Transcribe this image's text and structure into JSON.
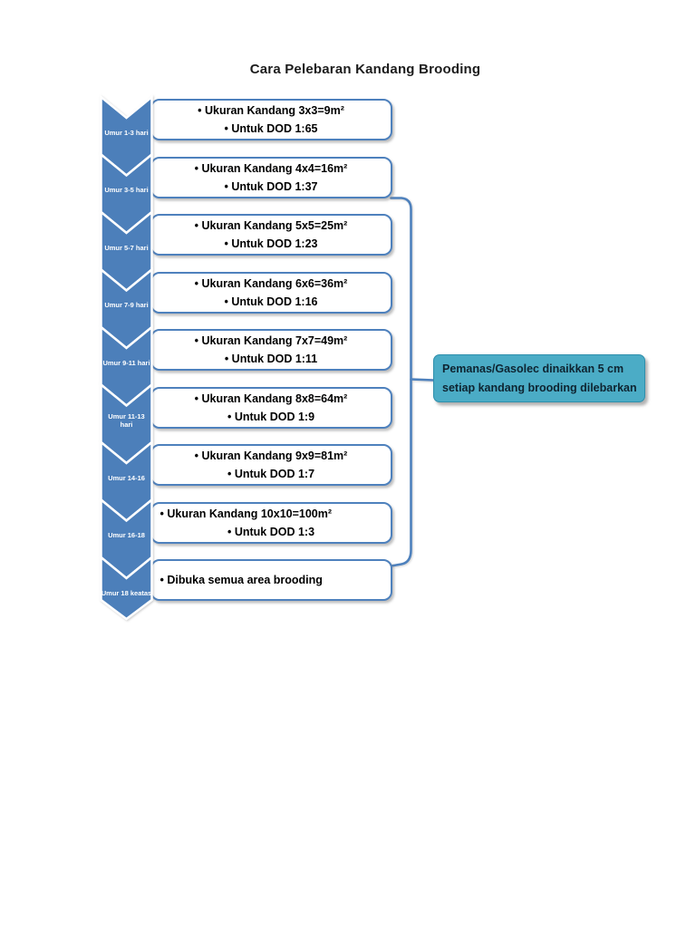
{
  "page": {
    "title": "Cara Pelebaran Kandang Brooding"
  },
  "diagram": {
    "steps": [
      {
        "age": "Umur 1-3 hari",
        "lines": [
          {
            "text": "• Ukuran Kandang 3x3=9m²",
            "align": "center"
          },
          {
            "text": "• Untuk DOD 1:65",
            "align": "center"
          }
        ]
      },
      {
        "age": "Umur 3-5 hari",
        "lines": [
          {
            "text": "• Ukuran Kandang 4x4=16m²",
            "align": "center"
          },
          {
            "text": "• Untuk DOD 1:37",
            "align": "center"
          }
        ]
      },
      {
        "age": "Umur 5-7 hari",
        "lines": [
          {
            "text": "• Ukuran Kandang 5x5=25m²",
            "align": "center"
          },
          {
            "text": "• Untuk DOD 1:23",
            "align": "center"
          }
        ]
      },
      {
        "age": "Umur 7-9 hari",
        "lines": [
          {
            "text": "• Ukuran Kandang 6x6=36m²",
            "align": "center"
          },
          {
            "text": "• Untuk DOD 1:16",
            "align": "center"
          }
        ]
      },
      {
        "age": "Umur 9-11 hari",
        "lines": [
          {
            "text": "• Ukuran Kandang 7x7=49m²",
            "align": "center"
          },
          {
            "text": "• Untuk DOD 1:11",
            "align": "center"
          }
        ]
      },
      {
        "age": "Umur 11-13 hari",
        "lines": [
          {
            "text": "• Ukuran Kandang 8x8=64m²",
            "align": "center"
          },
          {
            "text": "• Untuk DOD 1:9",
            "align": "center"
          }
        ]
      },
      {
        "age": "Umur 14-16",
        "lines": [
          {
            "text": "• Ukuran Kandang 9x9=81m²",
            "align": "center"
          },
          {
            "text": "• Untuk DOD 1:7",
            "align": "center"
          }
        ]
      },
      {
        "age": "Umur 16-18",
        "lines": [
          {
            "text": "• Ukuran Kandang 10x10=100m²",
            "align": "left"
          },
          {
            "text": "• Untuk DOD 1:3",
            "align": "center"
          }
        ]
      },
      {
        "age": "Umur 18 keatas",
        "lines": [
          {
            "text": "• Dibuka semua area brooding",
            "align": "left"
          }
        ]
      }
    ],
    "callout": {
      "lines": [
        "Pemanas/Gasolec dinaikkan 5 cm",
        "setiap kandang brooding dilebarkan"
      ]
    },
    "colors": {
      "chevron_blue": "#4C7FBA",
      "box_border_blue": "#4E81BD",
      "callout_teal": "#4BACC6",
      "callout_border": "#2E8FAC",
      "label_text": "#FFFFFF"
    }
  }
}
